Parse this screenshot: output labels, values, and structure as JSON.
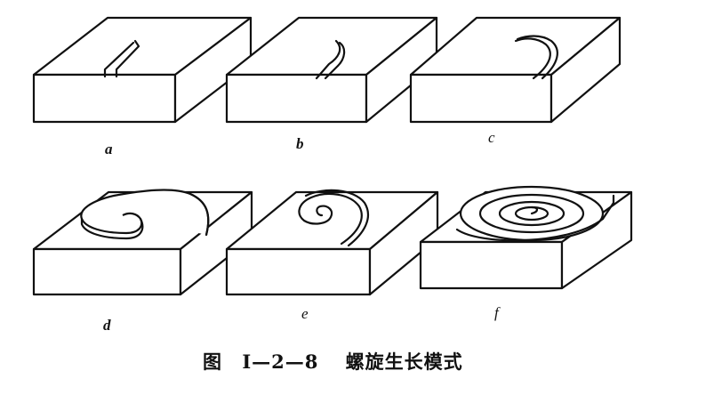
{
  "panels": [
    {
      "id": "a",
      "label": "a"
    },
    {
      "id": "b",
      "label": "b"
    },
    {
      "id": "c",
      "label": "c"
    },
    {
      "id": "d",
      "label": "d"
    },
    {
      "id": "e",
      "label": "e"
    },
    {
      "id": "f",
      "label": "f"
    }
  ],
  "caption": {
    "figure_word": "图",
    "figure_number": "Ⅰ—2—8",
    "title": "螺旋生长模式"
  }
}
